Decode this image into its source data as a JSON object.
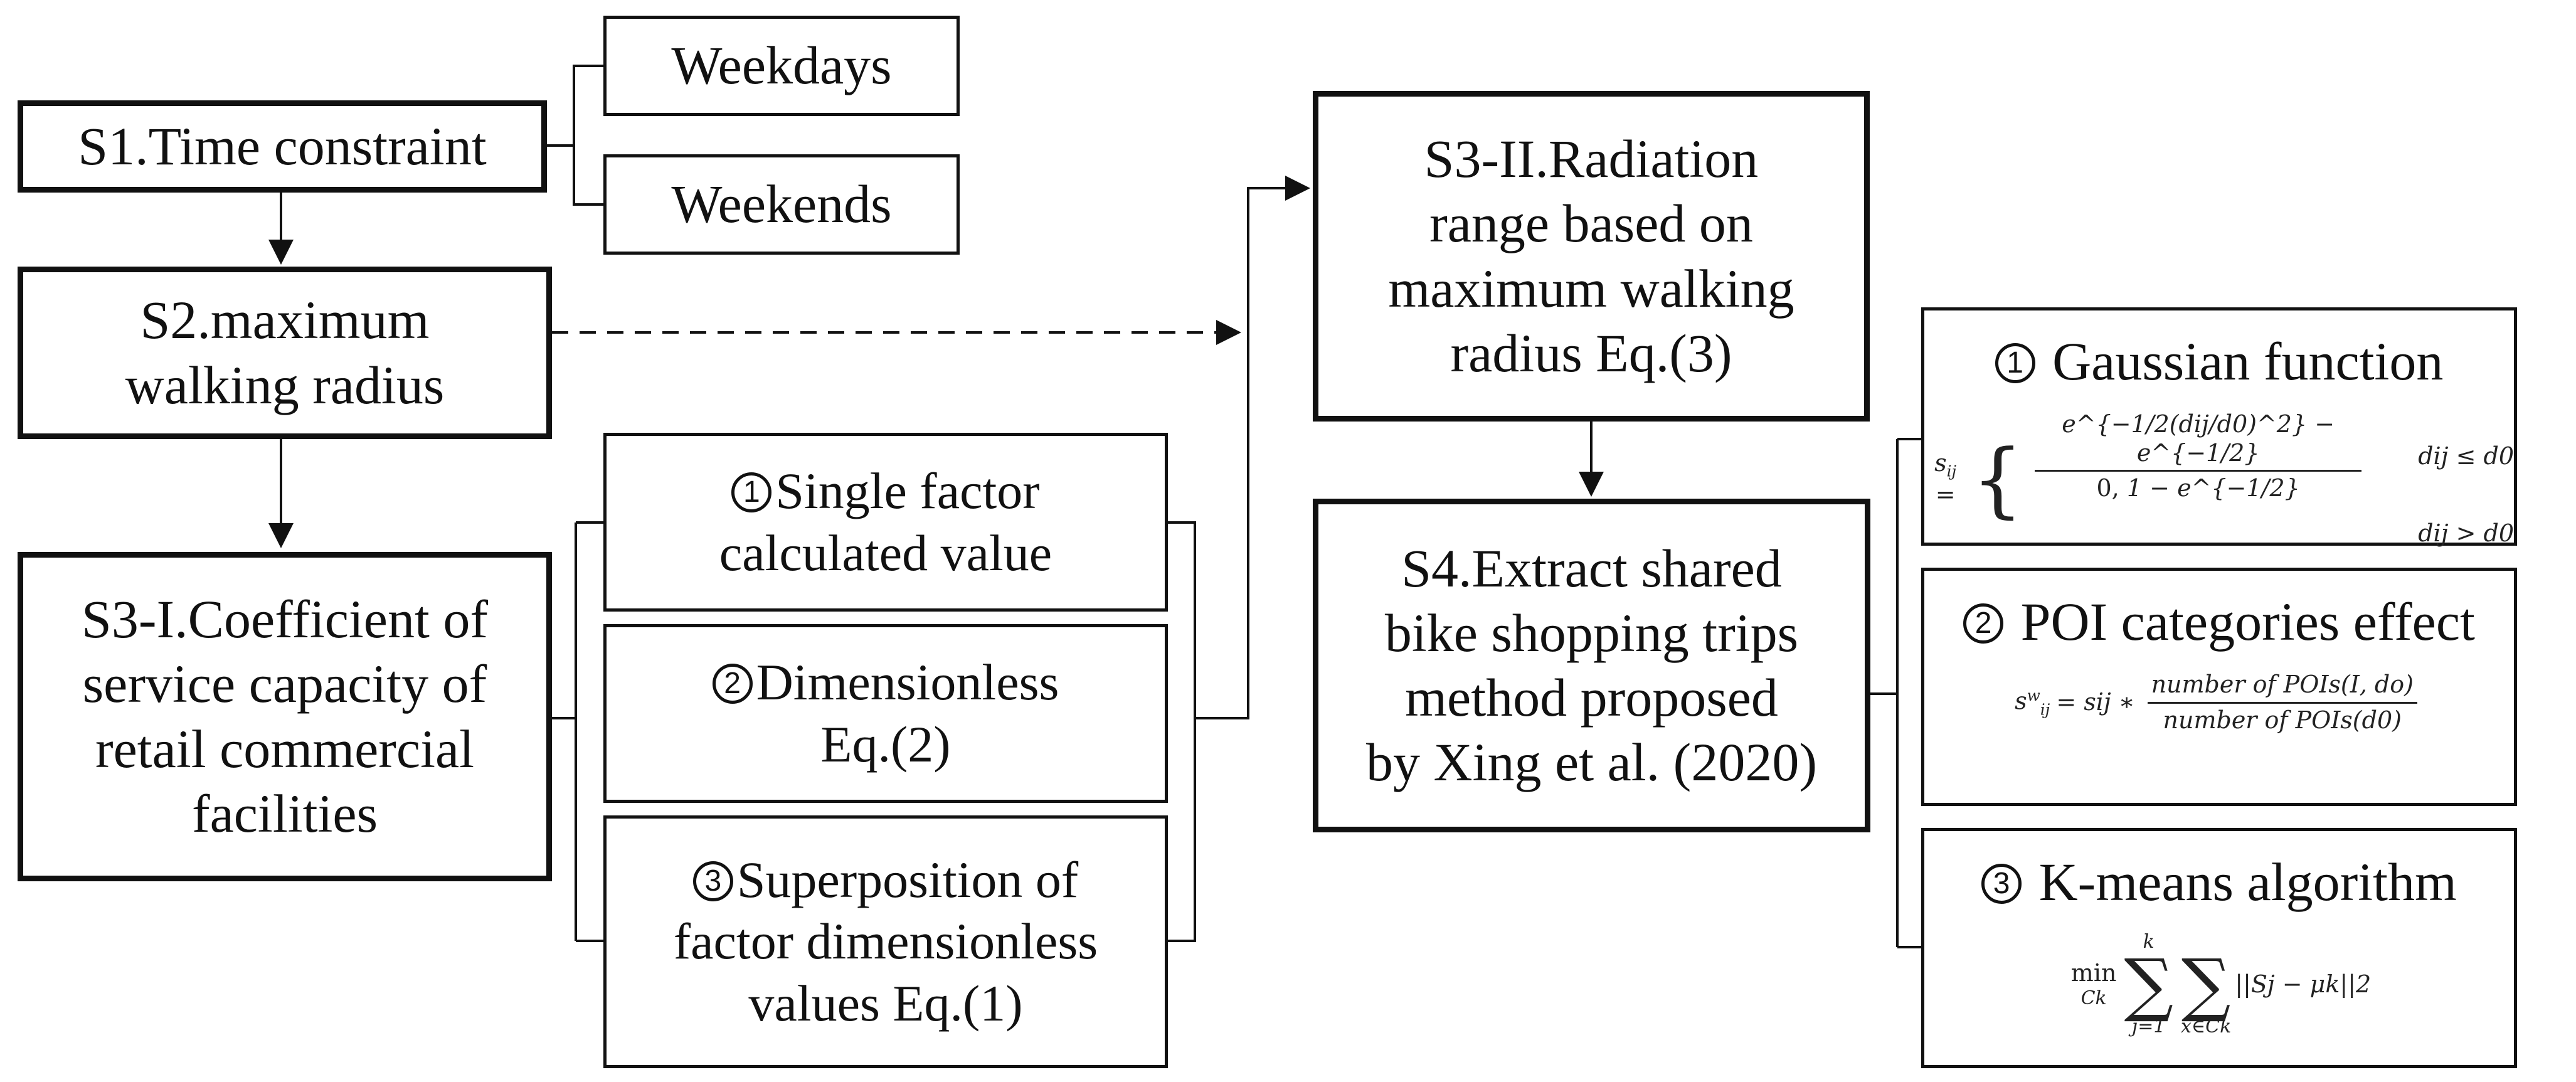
{
  "s1": {
    "label": "S1.Time constraint"
  },
  "weekdays": {
    "label": "Weekdays"
  },
  "weekends": {
    "label": "Weekends"
  },
  "s2": {
    "line1": "S2.maximum",
    "line2": "walking radius"
  },
  "s3i": {
    "line1": "S3-I.Coefficient of",
    "line2": "service capacity of",
    "line3": "retail commercial",
    "line4": "facilities"
  },
  "factor1": {
    "num": "1",
    "line1": "Single factor",
    "line2": "calculated value"
  },
  "factor2": {
    "num": "2",
    "line1": "Dimensionless",
    "line2": "Eq.(2)"
  },
  "factor3": {
    "num": "3",
    "line1": "Superposition of",
    "line2": "factor dimensionless",
    "line3": "values Eq.(1)"
  },
  "s3ii": {
    "line1": "S3-II.Radiation",
    "line2": "range based on",
    "line3": "maximum walking",
    "line4": "radius Eq.(3)"
  },
  "s4": {
    "line1": "S4.Extract shared",
    "line2": "bike shopping trips",
    "line3": "method proposed",
    "line4": "by Xing et al. (2020)"
  },
  "method1": {
    "num": "1",
    "title": "Gaussian function"
  },
  "method2": {
    "num": "2",
    "title": "POI categories effect"
  },
  "method3": {
    "num": "3",
    "title": "K-means algorithm"
  },
  "formulas": {
    "gauss_lhs": "s",
    "gauss_lhs_sub": "ij",
    "gauss_num": "e^{−1/2(dij/d0)^2} − e^{−1/2}",
    "gauss_den": "1 − e^{−1/2}",
    "gauss_zero": "0,",
    "gauss_cond1": "dij ≤ d0",
    "gauss_cond2": "dij > d0",
    "poi_lhs": "s",
    "poi_sup": "w",
    "poi_sub": "ij",
    "poi_mid": "= sij ∗",
    "poi_num": "number of POIs(I, do)",
    "poi_den": "number of POIs(d0)",
    "km_min": "min",
    "km_min_sub": "Ck",
    "km_sum1_top": "k",
    "km_sum1_bot": "j=1",
    "km_sum2_bot": "x∈Ck",
    "km_norm": "||Sj − μk||2"
  }
}
